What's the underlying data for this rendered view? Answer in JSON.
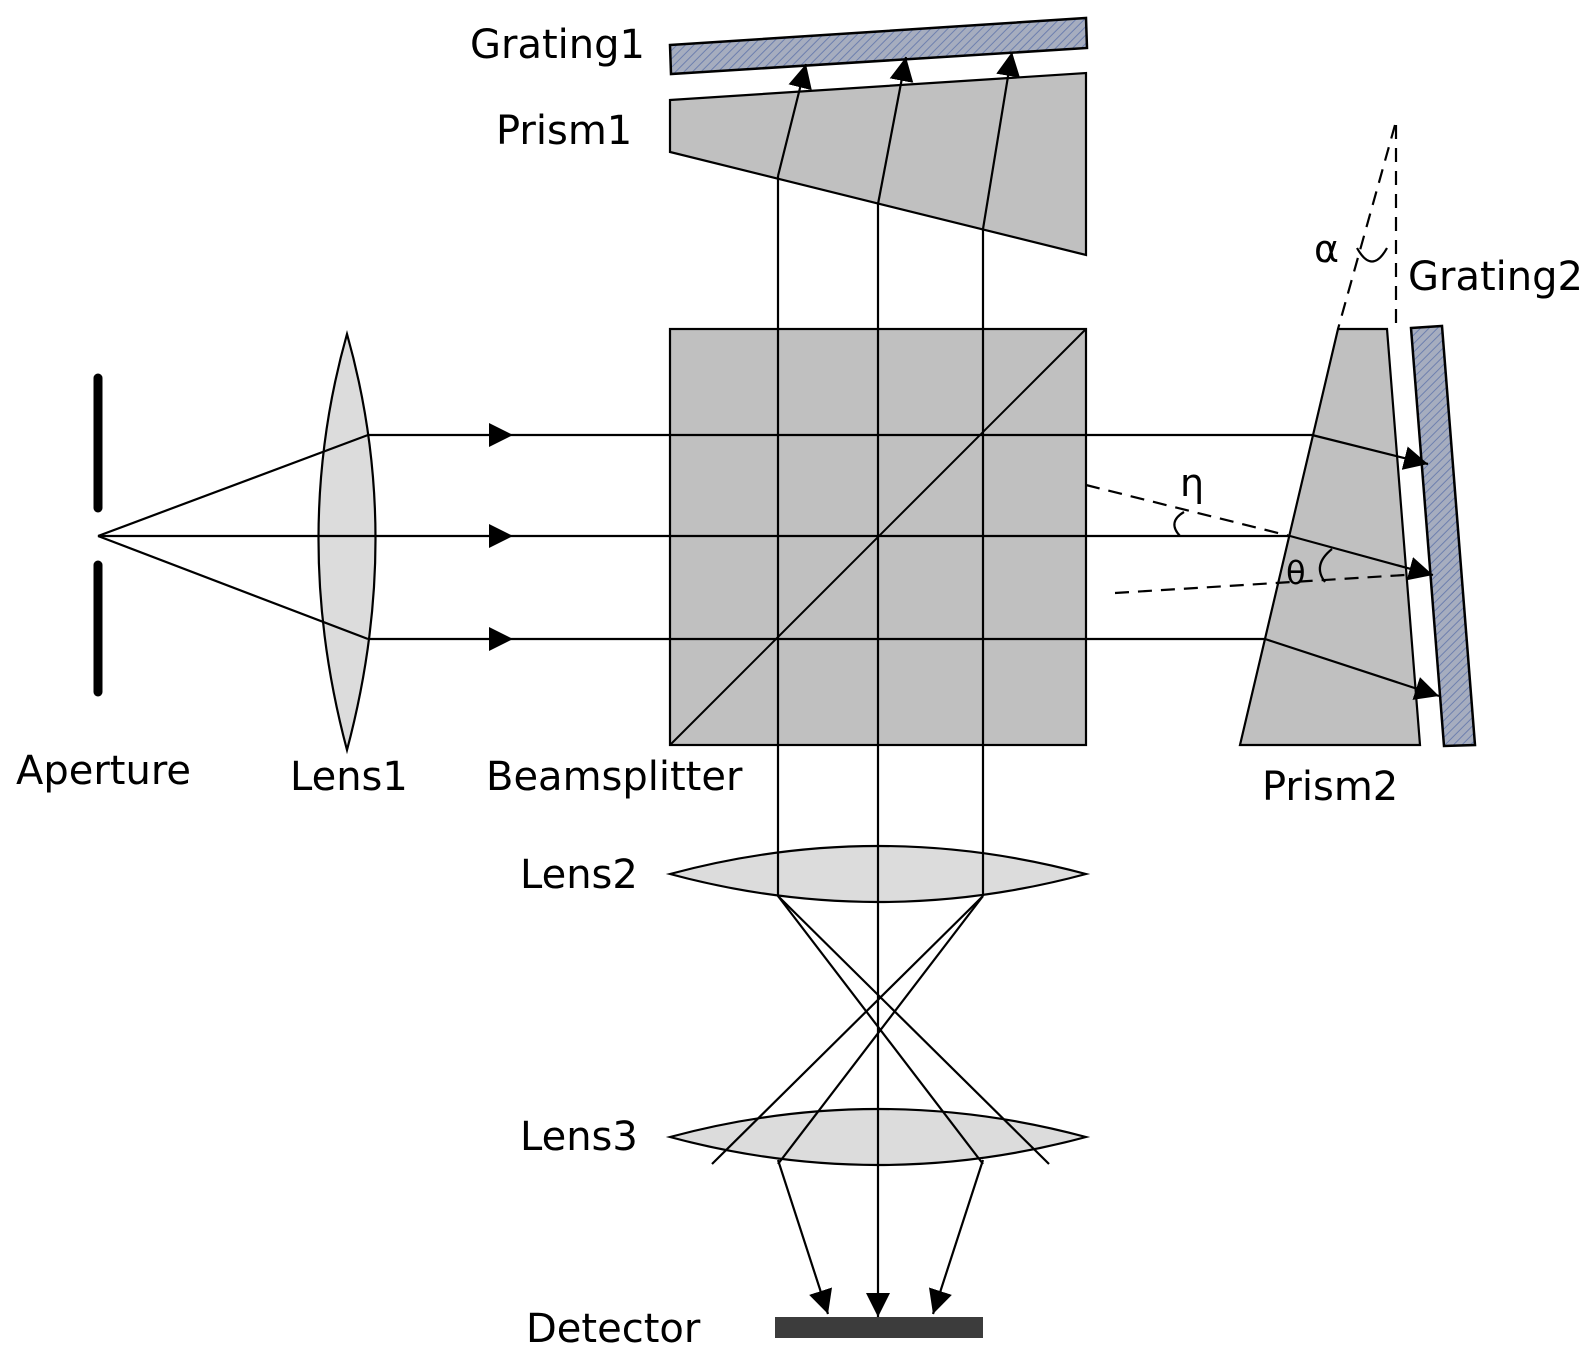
{
  "diagram": {
    "title": "Optical setup: aperture, lenses, beamsplitter, prism–grating pairs and detector",
    "labels": {
      "grating1": "Grating1",
      "prism1": "Prism1",
      "grating2": "Grating2",
      "prism2": "Prism2",
      "aperture": "Aperture",
      "lens1": "Lens1",
      "beamsplitter": "Beamsplitter",
      "lens2": "Lens2",
      "lens3": "Lens3",
      "detector": "Detector"
    },
    "angles": {
      "alpha": "α",
      "eta": "η",
      "theta": "θ"
    },
    "colors": {
      "prism_fill": "#c0c0c0",
      "lens_fill": "#dcdcdc",
      "grating_fill": "#9aa3b8",
      "grating_hatch": "#6d7fae",
      "detector_fill": "#3c3c3c",
      "ray": "#000000"
    }
  }
}
